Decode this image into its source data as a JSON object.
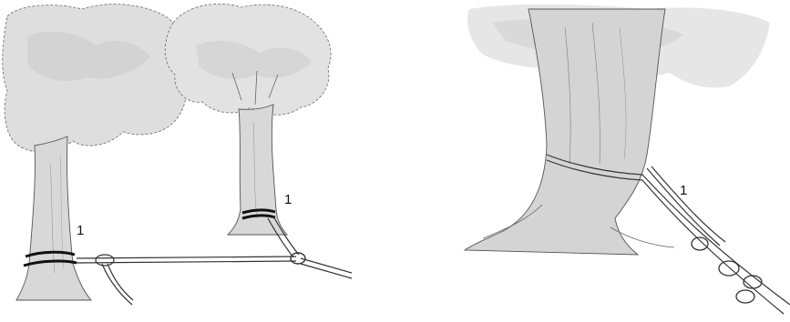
{
  "left_panel": {
    "callouts": [
      {
        "label": "1"
      },
      {
        "label": "1"
      }
    ]
  },
  "right_panel": {
    "callouts": [
      {
        "label": "1"
      }
    ]
  },
  "colors": {
    "foliage": "#dcdcdc",
    "foliage_dark": "#c8c8c8",
    "trunk": "#d9d9d9",
    "trunk_shadow": "#c4c4c4",
    "outline": "#555555",
    "rope": "#333333",
    "strap": "#111111"
  }
}
